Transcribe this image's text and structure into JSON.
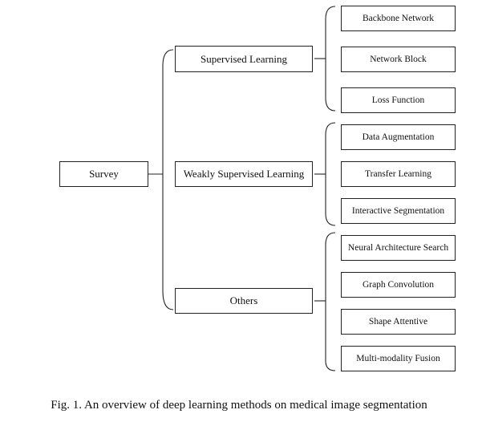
{
  "diagram": {
    "root": "Survey",
    "branches": [
      {
        "label": "Supervised Learning",
        "children": [
          "Backbone Network",
          "Network Block",
          "Loss Function"
        ]
      },
      {
        "label": "Weakly Supervised Learning",
        "children": [
          "Data Augmentation",
          "Transfer Learning",
          "Interactive Segmentation"
        ]
      },
      {
        "label": "Others",
        "children": [
          "Neural Architecture Search",
          "Graph Convolution",
          "Shape Attentive",
          "Multi-modality Fusion"
        ]
      }
    ]
  },
  "caption": "Fig. 1.  An overview of deep learning methods on medical image segmentation"
}
